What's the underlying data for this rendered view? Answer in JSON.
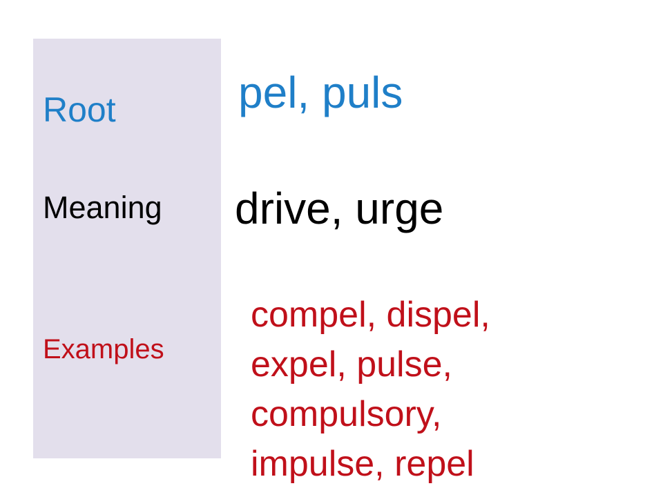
{
  "labels": {
    "root": "Root",
    "meaning": "Meaning",
    "examples": "Examples"
  },
  "values": {
    "root": "pel, puls",
    "meaning": "drive, urge",
    "example_lines": [
      "compel, dispel,",
      "expel, pulse,",
      "compulsory,",
      "impulse, repel"
    ]
  },
  "colors": {
    "root": "#1f7fc8",
    "meaning": "#000000",
    "examples": "#c0101a",
    "panel_background": "#e3dfec"
  }
}
